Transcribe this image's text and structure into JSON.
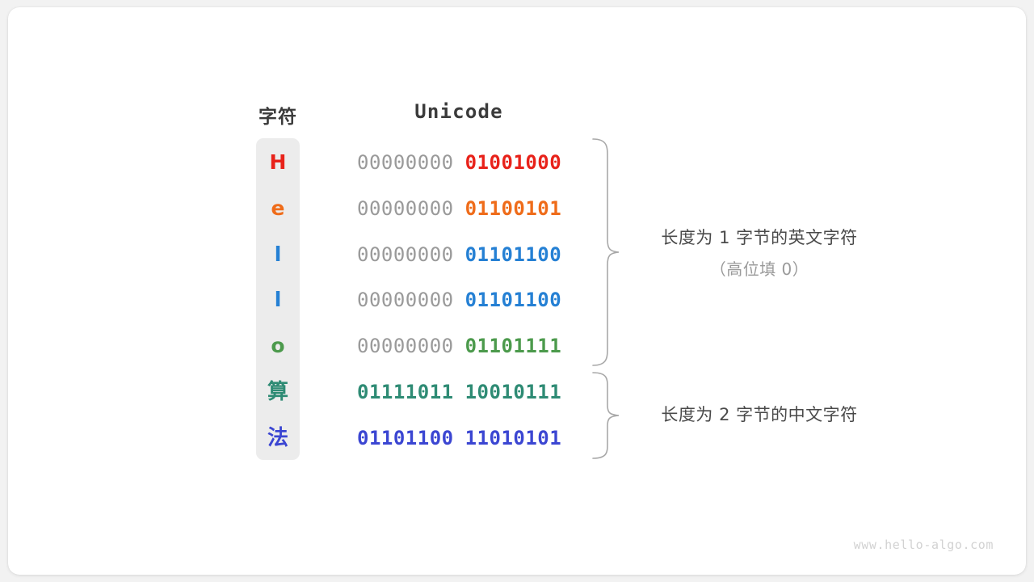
{
  "figure": {
    "headers": {
      "character": "字符",
      "unicode": "Unicode"
    },
    "watermark": "www.hello-algo.com",
    "rows": [
      {
        "char": "H",
        "color": "#e8221a",
        "pad": "00000000",
        "high": "01001000",
        "padded": true,
        "cjk": false
      },
      {
        "char": "e",
        "color": "#ef6c1a",
        "pad": "00000000",
        "high": "01100101",
        "padded": true,
        "cjk": false
      },
      {
        "char": "l",
        "color": "#2580d4",
        "pad": "00000000",
        "high": "01101100",
        "padded": true,
        "cjk": false
      },
      {
        "char": "l",
        "color": "#2580d4",
        "pad": "00000000",
        "high": "01101100",
        "padded": true,
        "cjk": false
      },
      {
        "char": "o",
        "color": "#4c9a4c",
        "pad": "00000000",
        "high": "01101111",
        "padded": true,
        "cjk": false
      },
      {
        "char": "算",
        "color": "#2e8b74",
        "pad": "01111011",
        "high": "10010111",
        "padded": false,
        "cjk": true
      },
      {
        "char": "法",
        "color": "#3b46d2",
        "pad": "01101100",
        "high": "11010101",
        "padded": false,
        "cjk": true
      }
    ],
    "annotations": [
      {
        "main": "长度为 1 字节的英文字符",
        "sub": "（高位填 0）"
      },
      {
        "main": "长度为 2 字节的中文字符",
        "sub": ""
      }
    ]
  }
}
